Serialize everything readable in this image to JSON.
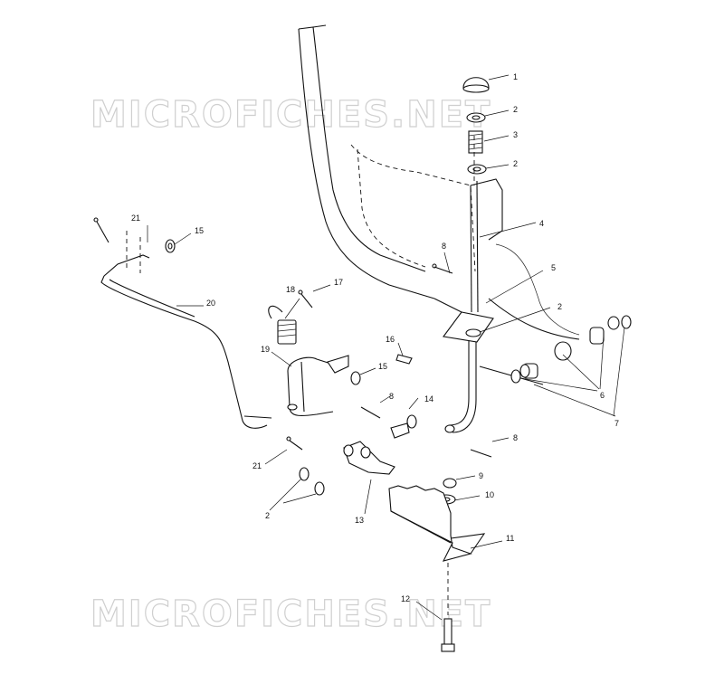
{
  "watermarks": {
    "top": "MICROFICHES.NET",
    "bottom": "MICROFICHES.NET"
  },
  "callouts": {
    "c1": "1",
    "c2a": "2",
    "c3": "3",
    "c2b": "2",
    "c4": "4",
    "c8a": "8",
    "c5": "5",
    "c2c": "2",
    "c21a": "21",
    "c15a": "15",
    "c20": "20",
    "c18": "18",
    "c17": "17",
    "c16": "16",
    "c19": "19",
    "c15b": "15",
    "c6": "6",
    "c7": "7",
    "c8b": "8",
    "c14": "14",
    "c8c": "8",
    "c21b": "21",
    "c9": "9",
    "c10": "10",
    "c2d": "2",
    "c13": "13",
    "c11": "11",
    "c12": "12"
  },
  "colors": {
    "line": "#111111",
    "watermark": "#cfcfcf",
    "background": "#ffffff"
  }
}
